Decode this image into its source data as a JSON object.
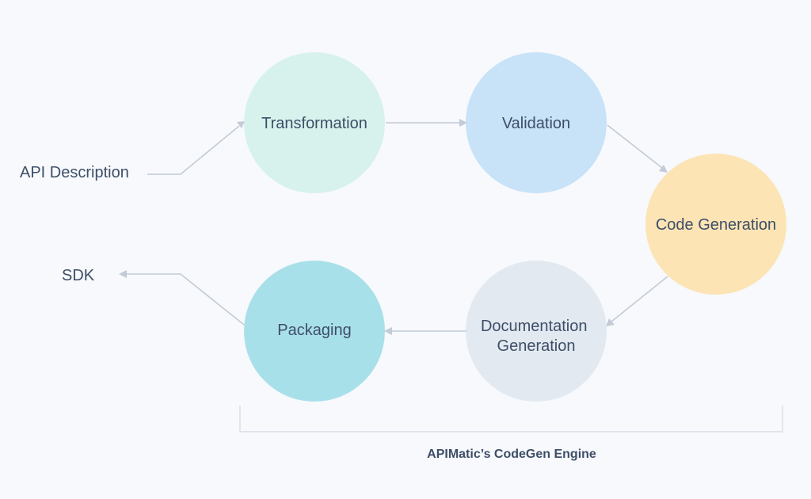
{
  "inputs": {
    "api_description": "API Description"
  },
  "outputs": {
    "sdk": "SDK"
  },
  "stages": [
    {
      "id": "transformation",
      "lines": [
        "Transformation"
      ],
      "color": "#d7f2ec"
    },
    {
      "id": "validation",
      "lines": [
        "Validation"
      ],
      "color": "#c8e2f8"
    },
    {
      "id": "code-generation",
      "lines": [
        "Code Generation"
      ],
      "color": "#fce4b5"
    },
    {
      "id": "documentation-generation",
      "lines": [
        "Documentation",
        "Generation"
      ],
      "color": "#e2e9f0"
    },
    {
      "id": "packaging",
      "lines": [
        "Packaging"
      ],
      "color": "#a8e0ea"
    }
  ],
  "engine": {
    "label": "APIMatic’s CodeGen Engine"
  },
  "colors": {
    "background": "#f7f9fc",
    "text": "#3e4e68",
    "connector": "#c3cbd6",
    "bracket": "#d9dee6"
  }
}
